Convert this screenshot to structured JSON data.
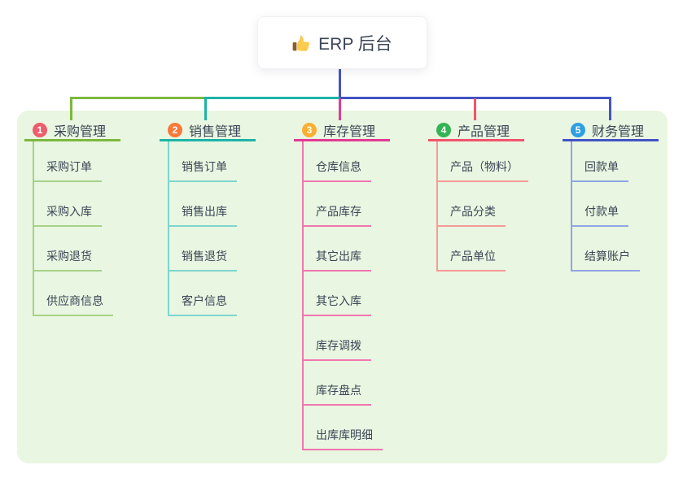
{
  "root": {
    "label": "ERP 后台",
    "icon": "thumbs-up"
  },
  "colors": {
    "canvas_bg": "#ffffff",
    "panel_bg": "#e9f6e1",
    "text": "#3b4556",
    "stem": "#4254c5"
  },
  "branches": [
    {
      "num": "1",
      "label": "采购管理",
      "badge_color": "#ee5d6c",
      "line_color": "#7cb83e",
      "child_line_color": "#a6d287",
      "children": [
        "采购订单",
        "采购入库",
        "采购退货",
        "供应商信息"
      ]
    },
    {
      "num": "2",
      "label": "销售管理",
      "badge_color": "#f8793a",
      "line_color": "#1cb3a6",
      "child_line_color": "#7ed6ce",
      "children": [
        "销售订单",
        "销售出库",
        "销售退货",
        "客户信息"
      ]
    },
    {
      "num": "3",
      "label": "库存管理",
      "badge_color": "#f9b031",
      "line_color": "#e23a92",
      "child_line_color": "#f176af",
      "children": [
        "仓库信息",
        "产品库存",
        "其它出库",
        "其它入库",
        "库存调拨",
        "库存盘点",
        "出库库明细"
      ]
    },
    {
      "num": "4",
      "label": "产品管理",
      "badge_color": "#33b454",
      "line_color": "#f3536b",
      "child_line_color": "#f79a98",
      "children": [
        "产品（物料）",
        "产品分类",
        "产品单位"
      ]
    },
    {
      "num": "5",
      "label": "财务管理",
      "badge_color": "#2f9ee2",
      "line_color": "#4254c5",
      "child_line_color": "#90a5e2",
      "children": [
        "回款单",
        "付款单",
        "结算账户"
      ]
    }
  ]
}
